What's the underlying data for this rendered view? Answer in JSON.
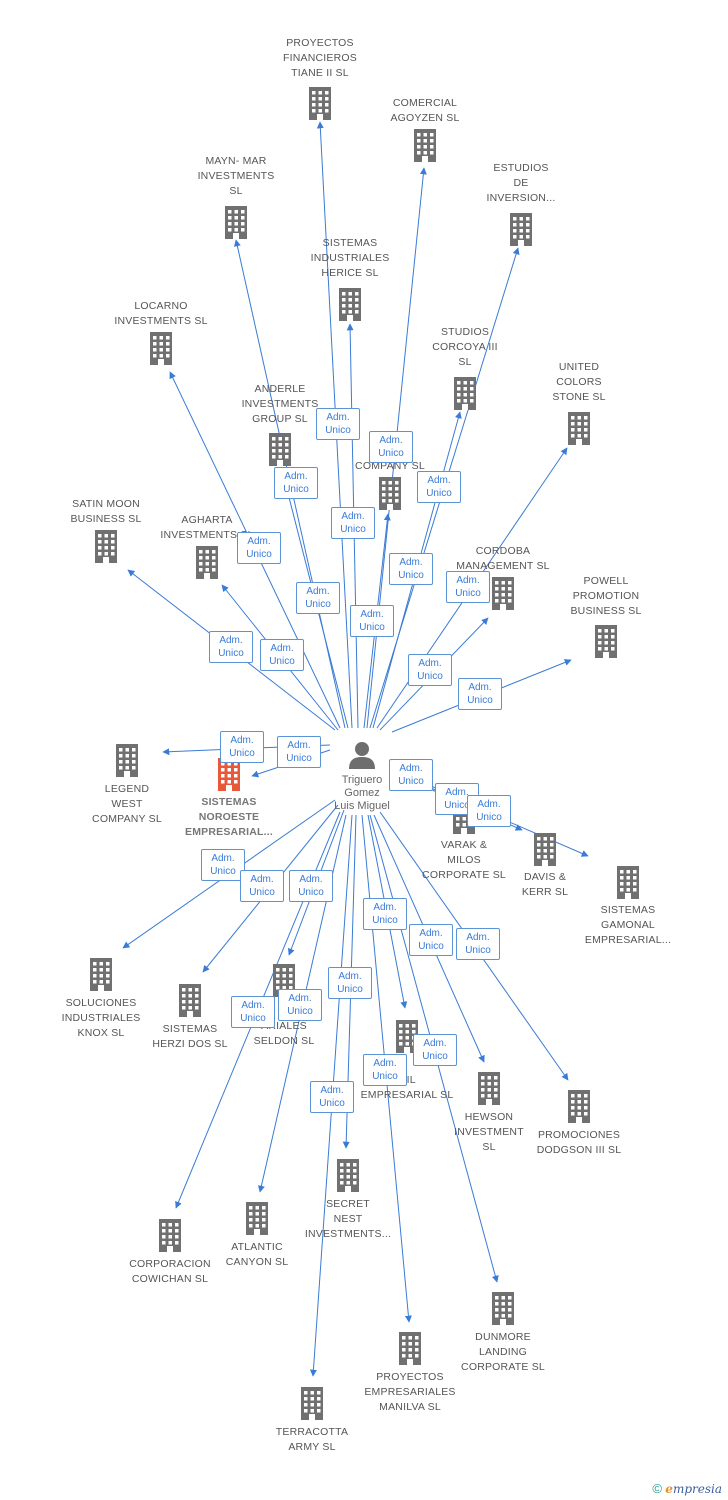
{
  "theme": {
    "link_color": "#3a7bd5",
    "node_color": "#707070",
    "highlight_color": "#e8593a"
  },
  "badge_label": [
    "Adm.",
    "Unico"
  ],
  "center": {
    "label": "Triguero\nGomez\nLuis Miguel",
    "icon": "person-icon"
  },
  "companies": [
    {
      "id": "proyectos-financieros",
      "label": "PROYECTOS\nFINANCIEROS\nTIANE II  SL",
      "icon": "building-icon"
    },
    {
      "id": "comercial-agoyzen",
      "label": "COMERCIAL\nAGOYZEN SL",
      "icon": "building-icon"
    },
    {
      "id": "estudios-de-inversion",
      "label": "ESTUDIOS\nDE\nINVERSION...",
      "icon": "building-icon"
    },
    {
      "id": "mayn-mar",
      "label": "MAYN- MAR\nINVESTMENTS\nSL",
      "icon": "building-icon"
    },
    {
      "id": "sistemas-herice",
      "label": "SISTEMAS\nINDUSTRIALES\nHERICE  SL",
      "icon": "building-icon"
    },
    {
      "id": "locarno",
      "label": "LOCARNO\nINVESTMENTS SL",
      "icon": "building-icon"
    },
    {
      "id": "studios-corcoya",
      "label": "STUDIOS\nCORCOYA III\nSL",
      "icon": "building-icon"
    },
    {
      "id": "united-colors",
      "label": "UNITED\nCOLORS\nSTONE SL",
      "icon": "building-icon"
    },
    {
      "id": "anderle",
      "label": "ANDERLE\nINVESTMENTS\nGROUP SL",
      "icon": "building-icon"
    },
    {
      "id": "company-sl",
      "label": "COMPANY  SL",
      "icon": "building-icon"
    },
    {
      "id": "satin-moon",
      "label": "SATIN MOON\nBUSINESS SL",
      "icon": "building-icon"
    },
    {
      "id": "agharta",
      "label": "AGHARTA\nINVESTMENTS SL",
      "icon": "building-icon"
    },
    {
      "id": "cordoba",
      "label": "CORDOBA\nMANAGEMENT SL",
      "icon": "building-icon"
    },
    {
      "id": "powell",
      "label": "POWELL\nPROMOTION\nBUSINESS  SL",
      "icon": "building-icon"
    },
    {
      "id": "legend-west",
      "label": "LEGEND\nWEST\nCOMPANY SL",
      "icon": "building-icon"
    },
    {
      "id": "sistemas-noroeste",
      "label": "SISTEMAS\nNOROESTE\nEMPRESARIAL...",
      "icon": "building-icon",
      "highlight": true
    },
    {
      "id": "varak-milos",
      "label": "VARAK &\nMILOS\nCORPORATE SL",
      "icon": "building-icon"
    },
    {
      "id": "davis-kerr",
      "label": "DAVIS &\nKERR SL",
      "icon": "building-icon"
    },
    {
      "id": "sistemas-gamonal",
      "label": "SISTEMAS\nGAMONAL\nEMPRESARIAL...",
      "icon": "building-icon"
    },
    {
      "id": "soluciones-knox",
      "label": "SOLUCIONES\nINDUSTRIALES\nKNOX SL",
      "icon": "building-icon"
    },
    {
      "id": "sistemas-herzi",
      "label": "SISTEMAS\nHERZI DOS SL",
      "icon": "building-icon"
    },
    {
      "id": "seldon",
      "label": "ARIALES\nSELDON SL",
      "icon": "building-icon"
    },
    {
      "id": "empresarial-sl",
      "label": "OIL\nEMPRESARIAL SL",
      "icon": "building-icon"
    },
    {
      "id": "hewson",
      "label": "HEWSON\nINVESTMENT\nSL",
      "icon": "building-icon"
    },
    {
      "id": "promociones-dodgson",
      "label": "PROMOCIONES\nDODGSON III SL",
      "icon": "building-icon"
    },
    {
      "id": "corporacion-cowichan",
      "label": "CORPORACION\nCOWICHAN SL",
      "icon": "building-icon"
    },
    {
      "id": "atlantic-canyon",
      "label": "ATLANTIC\nCANYON SL",
      "icon": "building-icon"
    },
    {
      "id": "secret-nest",
      "label": "SECRET\nNEST\nINVESTMENTS...",
      "icon": "building-icon"
    },
    {
      "id": "dunmore",
      "label": "DUNMORE\nLANDING\nCORPORATE SL",
      "icon": "building-icon"
    },
    {
      "id": "proyectos-manilva",
      "label": "PROYECTOS\nEMPRESARIALES\nMANILVA SL",
      "icon": "building-icon"
    },
    {
      "id": "terracotta",
      "label": "TERRACOTTA\nARMY  SL",
      "icon": "building-icon"
    }
  ],
  "footer": {
    "copyright": "©",
    "brand_first": "e",
    "brand_rest": "mpresia"
  }
}
